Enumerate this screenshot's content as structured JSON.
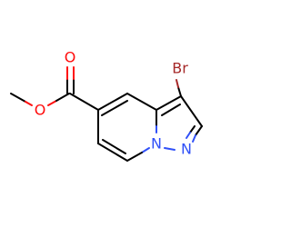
{
  "molecule": {
    "atoms": {
      "br": {
        "label": "Br",
        "color": "#a62929"
      },
      "o_carbonyl": {
        "label": "O",
        "color": "#ff0d0d"
      },
      "o_ester": {
        "label": "O",
        "color": "#ff0d0d"
      },
      "n_bridge": {
        "label": "N",
        "color": "#3050f8"
      },
      "n_pyrazole": {
        "label": "N",
        "color": "#3050f8"
      }
    },
    "bond_color": "#000000",
    "background": "#ffffff"
  }
}
